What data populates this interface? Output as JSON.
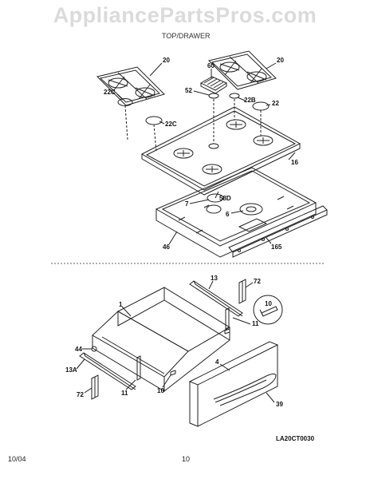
{
  "watermark": "AppliancePartsPros.com",
  "header": {
    "title": "TOP/DRAWER"
  },
  "diagram_code": "LA20CT0030",
  "footer": {
    "date": "10/04",
    "page_number": "10"
  },
  "top_section_labels": [
    "20",
    "60",
    "20",
    "22C",
    "52",
    "22B",
    "22",
    "22C",
    "16",
    "7",
    "58D",
    "6",
    "46",
    "165"
  ],
  "drawer_section_labels": [
    "13",
    "72",
    "1",
    "10",
    "11",
    "44",
    "4",
    "13A",
    "10",
    "72",
    "11",
    "39"
  ]
}
